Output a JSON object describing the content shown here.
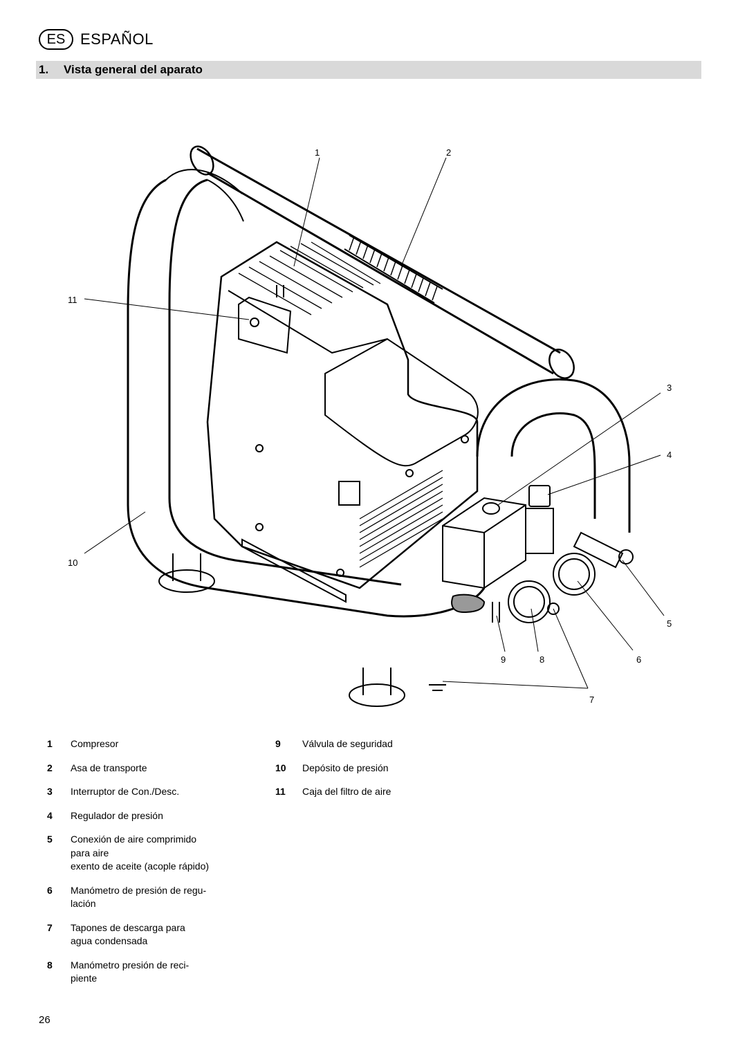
{
  "header": {
    "lang_code": "ES",
    "lang_name": "ESPAÑOL"
  },
  "section": {
    "number": "1.",
    "title": "Vista general del aparato"
  },
  "figure": {
    "callouts": [
      "1",
      "2",
      "3",
      "4",
      "5",
      "6",
      "7",
      "8",
      "9",
      "10",
      "11"
    ]
  },
  "legend": {
    "left": [
      {
        "num": "1",
        "text": "Compresor"
      },
      {
        "num": "2",
        "text": "Asa de transporte"
      },
      {
        "num": "3",
        "text": "Interruptor de Con./Desc."
      },
      {
        "num": "4",
        "text": "Regulador de presión"
      },
      {
        "num": "5",
        "text": "Conexión de aire comprimido\npara aire\nexento de aceite (acople rápido)"
      },
      {
        "num": "6",
        "text": "Manómetro de presión de regu-\nlación"
      },
      {
        "num": "7",
        "text": "Tapones de descarga para\nagua condensada"
      },
      {
        "num": "8",
        "text": "Manómetro presión de reci-\npiente"
      }
    ],
    "right": [
      {
        "num": "9",
        "text": "Válvula de seguridad"
      },
      {
        "num": "10",
        "text": "Depósito de presión"
      },
      {
        "num": "11",
        "text": "Caja del filtro de aire"
      }
    ]
  },
  "page_number": "26"
}
